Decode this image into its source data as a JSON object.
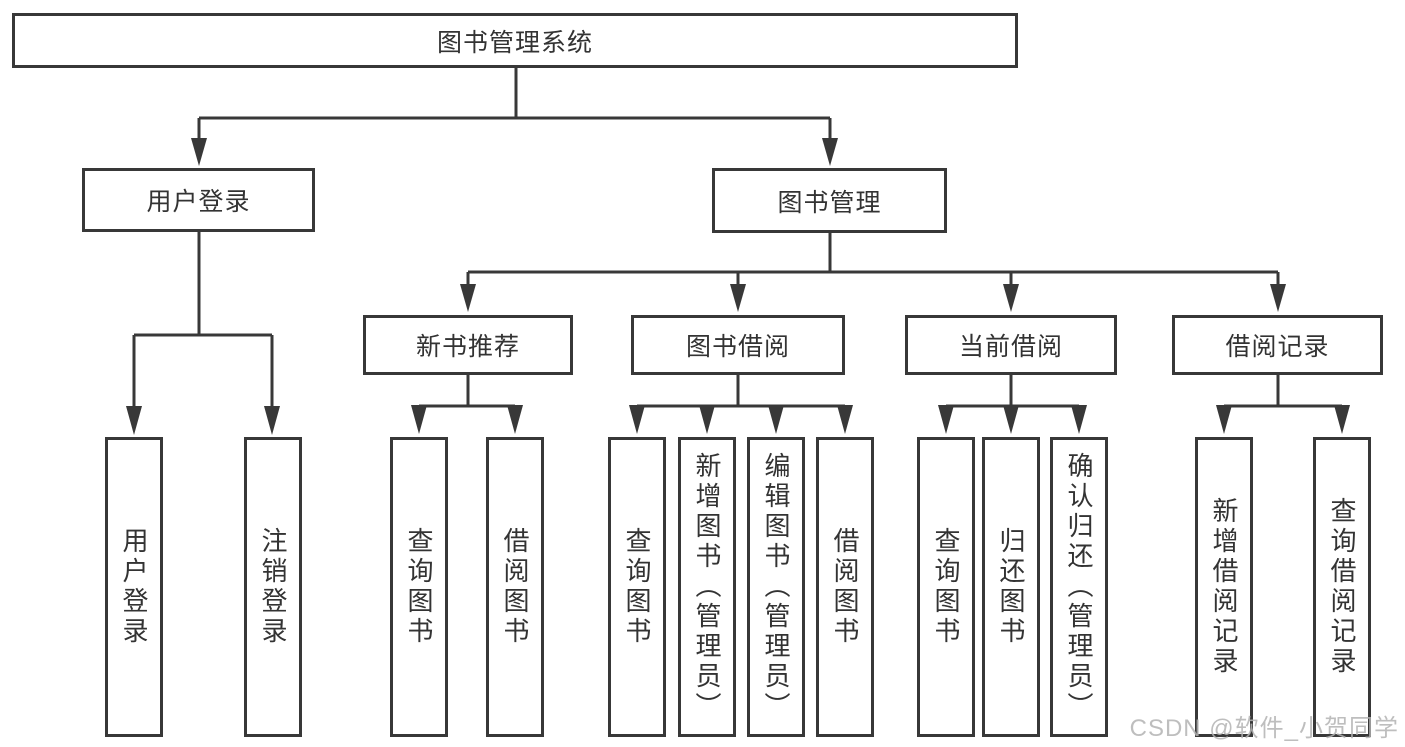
{
  "colors": {
    "line": "#383838",
    "box_border": "#383838",
    "text": "#333333",
    "watermark": "#b3b3b3",
    "background": "#ffffff"
  },
  "diagram": {
    "root": {
      "label": "图书管理系统"
    },
    "level2": {
      "user_login": {
        "label": "用户登录"
      },
      "book_management": {
        "label": "图书管理"
      }
    },
    "level3": {
      "new_book": {
        "label": "新书推荐"
      },
      "borrowing": {
        "label": "图书借阅"
      },
      "current": {
        "label": "当前借阅"
      },
      "records": {
        "label": "借阅记录"
      }
    },
    "leaves": {
      "user_login": [
        "用户登录",
        "注销登录"
      ],
      "new_book": [
        "查询图书",
        "借阅图书"
      ],
      "borrowing": [
        "查询图书",
        "新增图书（管理员）",
        "编辑图书（管理员）",
        "借阅图书"
      ],
      "current": [
        "查询图书",
        "归还图书",
        "确认归还（管理员）"
      ],
      "records": [
        "新增借阅记录",
        "查询借阅记录"
      ]
    }
  },
  "watermark": {
    "text": "CSDN @软件_小贺同学"
  }
}
